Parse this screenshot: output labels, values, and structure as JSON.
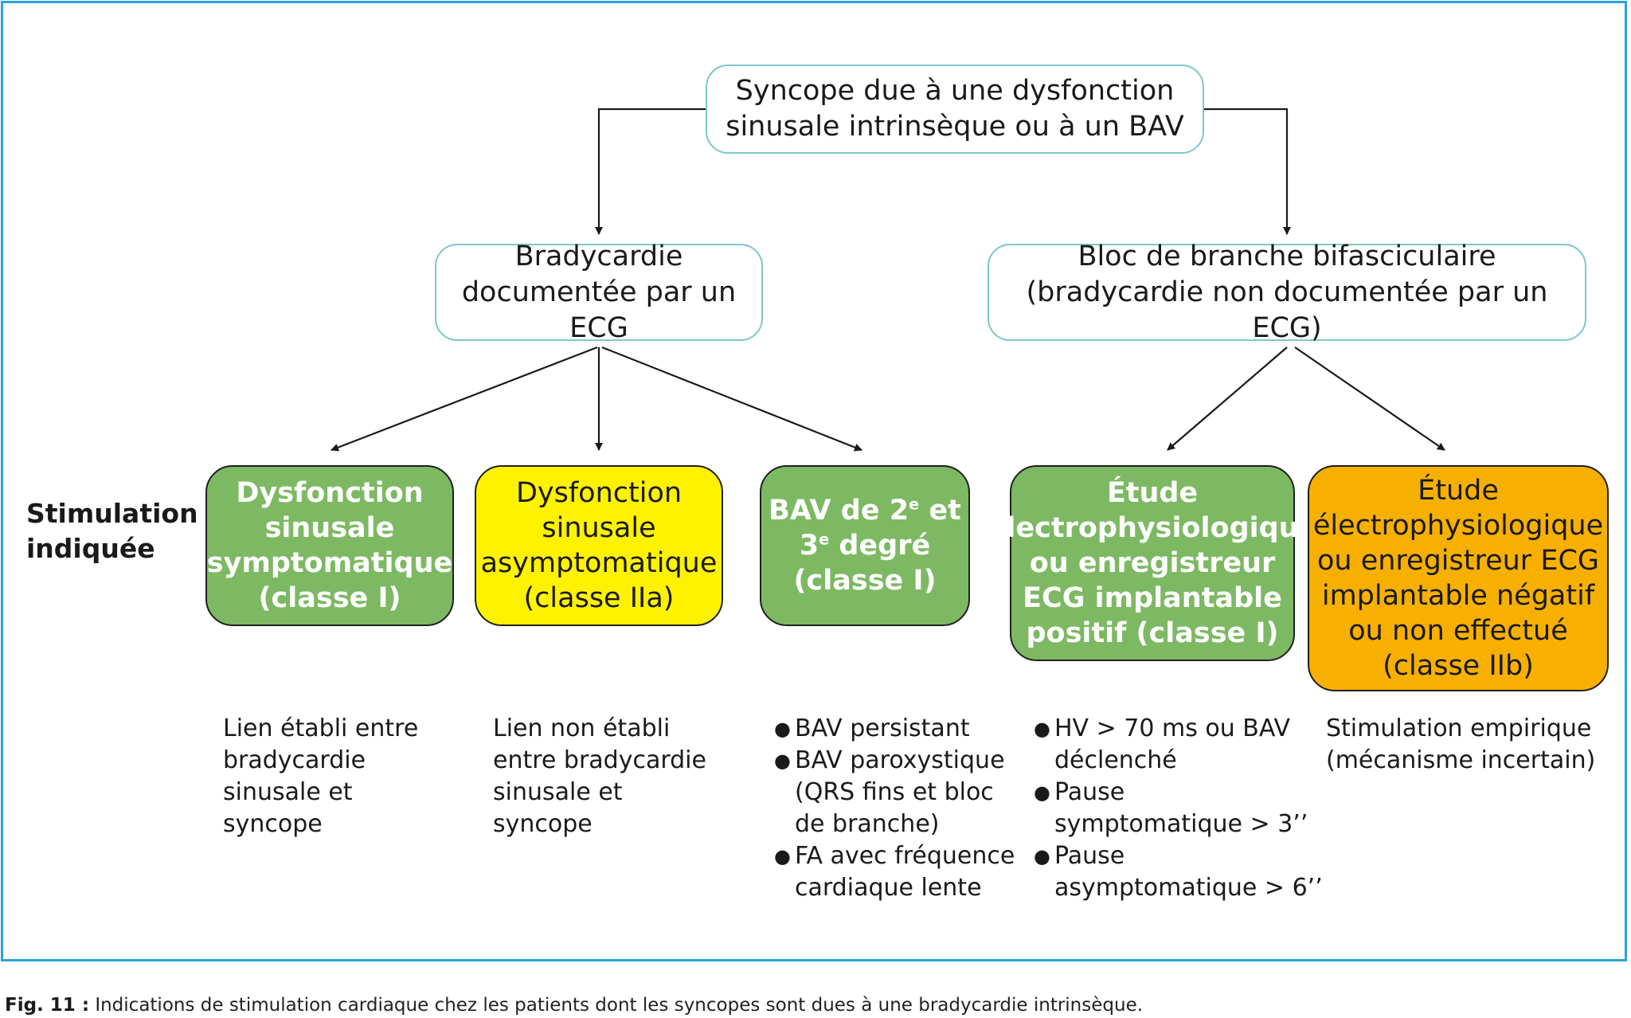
{
  "root": {
    "lines": [
      "Syncope due à une dysfonction",
      "sinusale intrinsèque ou à un BAV"
    ]
  },
  "left_node": {
    "lines": [
      "Bradycardie",
      "documentée par un ECG"
    ]
  },
  "right_node": {
    "lines": [
      "Bloc de branche bifasciculaire",
      "(bradycardie non documentée par un ECG)"
    ]
  },
  "row_label": {
    "lines": [
      "Stimulation",
      "indiquée"
    ]
  },
  "leaves": [
    {
      "color": "#7db963",
      "lines": [
        "Dysfonction",
        "sinusale",
        "symptomatique",
        "(classe I)"
      ]
    },
    {
      "color": "#fff200",
      "lines": [
        "Dysfonction",
        "sinusale",
        "asymptomatique",
        "(classe IIa)"
      ]
    },
    {
      "color": "#7db963",
      "line1_pre": "BAV de 2",
      "line1_sup": "e",
      "line1_post": " et",
      "line2_pre": "3",
      "line2_sup": "e",
      "line2_post": " degré",
      "line3": "(classe I)"
    },
    {
      "color": "#7db963",
      "lines": [
        "Étude",
        "électrophysiologique",
        "ou enregistreur",
        "ECG implantable",
        "positif (classe I)"
      ]
    },
    {
      "color": "#f7b000",
      "lines": [
        "Étude",
        "électrophysiologique",
        "ou enregistreur ECG",
        "implantable négatif",
        "ou non effectué",
        "(classe IIb)"
      ]
    }
  ],
  "notes": {
    "n1": [
      "Lien établi entre",
      "bradycardie",
      "sinusale et",
      "syncope"
    ],
    "n2": [
      "Lien non établi",
      "entre bradycardie",
      "sinusale et",
      "syncope"
    ],
    "n3": [
      {
        "lines": [
          "BAV persistant"
        ]
      },
      {
        "lines": [
          "BAV paroxystique",
          "(QRS fins et bloc",
          "de branche)"
        ]
      },
      {
        "lines": [
          "FA avec fréquence",
          "cardiaque lente"
        ]
      }
    ],
    "n4": [
      {
        "lines": [
          "HV > 70 ms ou BAV",
          "déclenché"
        ]
      },
      {
        "lines": [
          "Pause",
          "symptomatique > 3’’"
        ]
      },
      {
        "lines": [
          "Pause",
          "asymptomatique > 6’’"
        ]
      }
    ],
    "n5": [
      "Stimulation empirique",
      "(mécanisme incertain)"
    ]
  },
  "caption": {
    "label": "Fig. 11 :",
    "text": " Indications de stimulation cardiaque chez les patients dont les syncopes sont dues à une bradycardie intrinsèque."
  },
  "colors": {
    "frame": "#29a3d6",
    "node_border": "#7cc8cc",
    "green": "#7db963",
    "yellow": "#fff200",
    "orange": "#f7b000"
  }
}
